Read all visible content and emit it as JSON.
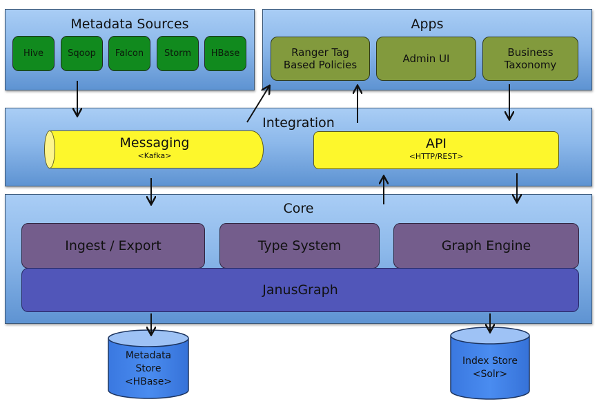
{
  "metadata_sources": {
    "title": "Metadata Sources",
    "items": [
      "Hive",
      "Sqoop",
      "Falcon",
      "Storm",
      "HBase"
    ]
  },
  "apps": {
    "title": "Apps",
    "items": [
      {
        "line1": "Ranger Tag",
        "line2": "Based Policies"
      },
      {
        "line1": "Admin UI",
        "line2": ""
      },
      {
        "line1": "Business",
        "line2": "Taxonomy"
      }
    ]
  },
  "integration": {
    "title": "Integration",
    "messaging": {
      "label": "Messaging",
      "sub": "<Kafka>"
    },
    "api": {
      "label": "API",
      "sub": "<HTTP/REST>"
    }
  },
  "core": {
    "title": "Core",
    "modules": [
      "Ingest / Export",
      "Type System",
      "Graph Engine"
    ],
    "graph_db": "JanusGraph"
  },
  "stores": [
    {
      "lines": [
        "Metadata",
        "Store",
        "<HBase>"
      ]
    },
    {
      "lines": [
        "Index Store",
        "<Solr>"
      ]
    }
  ],
  "colors": {
    "panel": "#8cb8ea",
    "source_box": "#118a1e",
    "app_box": "#829a3d",
    "core_module": "#745d8c",
    "graph_db": "#5156b9",
    "integration_component": "#fdf72c",
    "store": "#3f7fe8"
  }
}
